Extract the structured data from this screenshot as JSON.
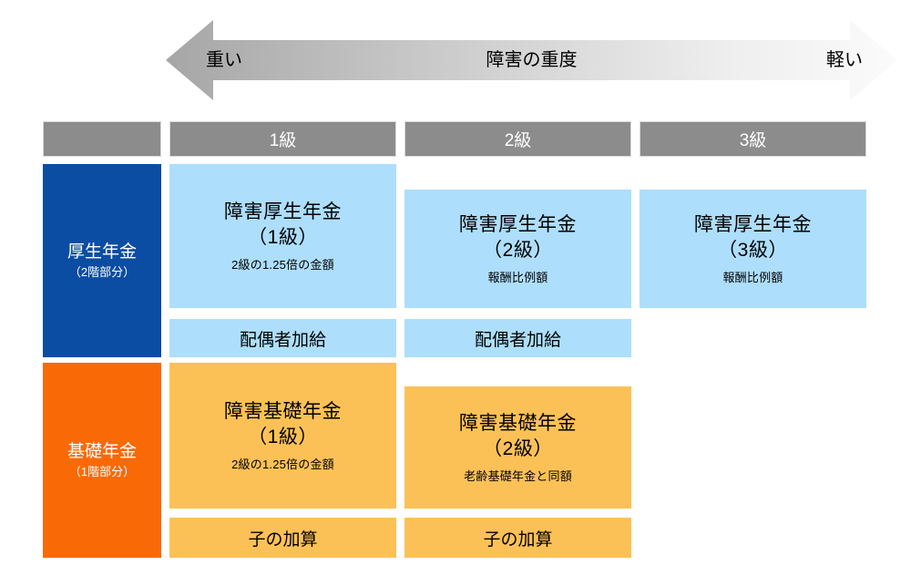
{
  "severity_axis": {
    "label_left": "重い",
    "label_center": "障害の重度",
    "label_right": "軽い",
    "gradient_from": "#a6a6a6",
    "gradient_to": "#ffffff"
  },
  "header": {
    "corner_label": "",
    "columns": [
      {
        "label": "1級"
      },
      {
        "label": "2級"
      },
      {
        "label": "3級"
      }
    ],
    "background": "#8c8c8c",
    "text_color": "#ffffff"
  },
  "tiers": [
    {
      "key": "kosei",
      "name": "厚生年金",
      "sub": "（2階部分）",
      "color": "#0b4da2",
      "cell_color": "#addefb",
      "cells": [
        {
          "grade": "1級",
          "title_line1": "障害厚生年金",
          "title_line2": "（1級）",
          "note": "2級の1.25倍の金額"
        },
        {
          "grade": "2級",
          "title_line1": "障害厚生年金",
          "title_line2": "（2級）",
          "note": "報酬比例額"
        },
        {
          "grade": "3級",
          "title_line1": "障害厚生年金",
          "title_line2": "（3級）",
          "note": "報酬比例額"
        }
      ],
      "addons": [
        {
          "grade": "1級",
          "label": "配偶者加給"
        },
        {
          "grade": "2級",
          "label": "配偶者加給"
        }
      ]
    },
    {
      "key": "kiso",
      "name": "基礎年金",
      "sub": "（1階部分）",
      "color": "#f96a06",
      "cell_color": "#fcc156",
      "cells": [
        {
          "grade": "1級",
          "title_line1": "障害基礎年金",
          "title_line2": "（1級）",
          "note": "2級の1.25倍の金額"
        },
        {
          "grade": "2級",
          "title_line1": "障害基礎年金",
          "title_line2": "（2級）",
          "note": "老齢基礎年金と同額"
        }
      ],
      "addons": [
        {
          "grade": "1級",
          "label": "子の加算"
        },
        {
          "grade": "2級",
          "label": "子の加算"
        }
      ]
    }
  ]
}
